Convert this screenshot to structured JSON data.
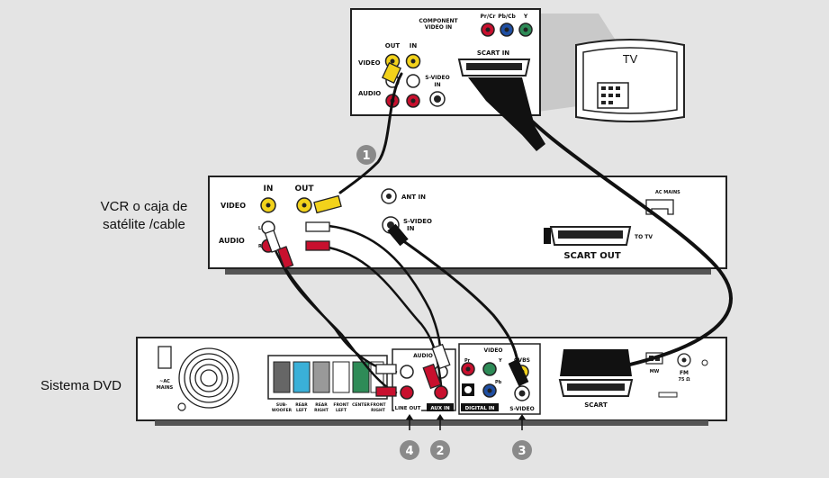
{
  "tv": {
    "label": "TV",
    "video_label": "VIDEO",
    "out_label": "OUT",
    "in_label": "IN",
    "audio_label": "AUDIO",
    "svideo_label_1": "S-VIDEO",
    "svideo_label_2": "IN",
    "component_label_1": "COMPONENT",
    "component_label_2": "VIDEO IN",
    "pr_label": "Pr/Cr",
    "pb_label": "Pb/Cb",
    "y_label": "Y",
    "scart_label": "SCART IN"
  },
  "vcr": {
    "caption_line1": "VCR o caja de",
    "caption_line2": "satélite /cable",
    "video_label": "VIDEO",
    "in_label": "IN",
    "out_label": "OUT",
    "audio_label": "AUDIO",
    "l_label": "L",
    "r_label": "R",
    "ant_label": "ANT IN",
    "svideo_label_1": "S-VIDEO",
    "svideo_label_2": "IN",
    "scart_label": "SCART OUT",
    "to_tv_label": "TO TV",
    "ac_label": "AC MAINS"
  },
  "dvd": {
    "caption": "Sistema DVD",
    "ac_label_1": "~AC",
    "ac_label_2": "MAINS",
    "speaker_labels": [
      [
        "SUB-",
        "WOOFER"
      ],
      [
        "REAR",
        "LEFT"
      ],
      [
        "REAR",
        "RIGHT"
      ],
      [
        "FRONT",
        "LEFT"
      ],
      [
        "CENTER",
        ""
      ],
      [
        "FRONT",
        "RIGHT"
      ]
    ],
    "audio_label": "AUDIO",
    "line_out_label": "LINE OUT",
    "aux_in_label": "AUX IN",
    "video_label": "VIDEO",
    "digital_in_label": "DIGITAL IN",
    "pr_label": "Pr",
    "pb_label": "Pb",
    "y_label": "Y",
    "cvbs_label": "CVBS",
    "svideo_label": "S-VIDEO",
    "scart_label": "SCART",
    "mw_label": "MW",
    "fm_label_1": "FM",
    "fm_label_2": "75 Ω"
  },
  "callouts": [
    "1",
    "4",
    "2",
    "3"
  ],
  "colors": {
    "background": "#e4e4e4",
    "yellow": "#f2d21b",
    "red": "#c8102e",
    "white": "#ffffff",
    "green": "#2e8b57",
    "blue": "#1f4fa3",
    "callout": "#8a8a8a"
  }
}
